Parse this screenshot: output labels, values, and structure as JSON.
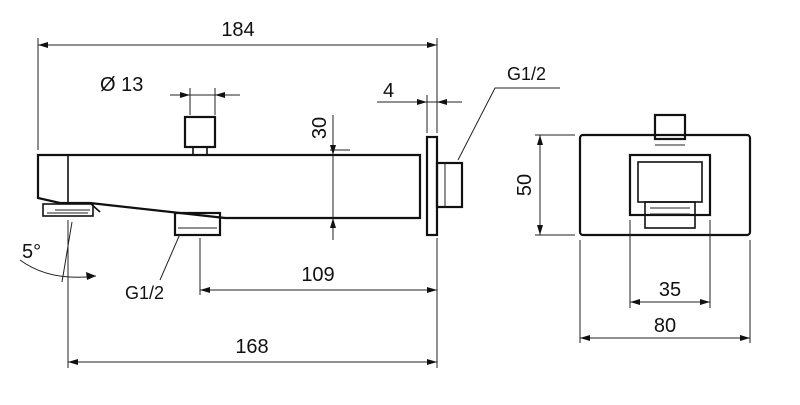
{
  "dimensions": {
    "overall_length": "184",
    "pin_diameter": "Ø 13",
    "spout_height": "30",
    "flange_thickness": "4",
    "thread_rear": "G1/2",
    "thread_bottom": "G1/2",
    "tilt_angle": "5°",
    "inlet_to_wall": "109",
    "spout_length": "168",
    "plate_height": "50",
    "inner_width": "35",
    "plate_width": "80"
  }
}
